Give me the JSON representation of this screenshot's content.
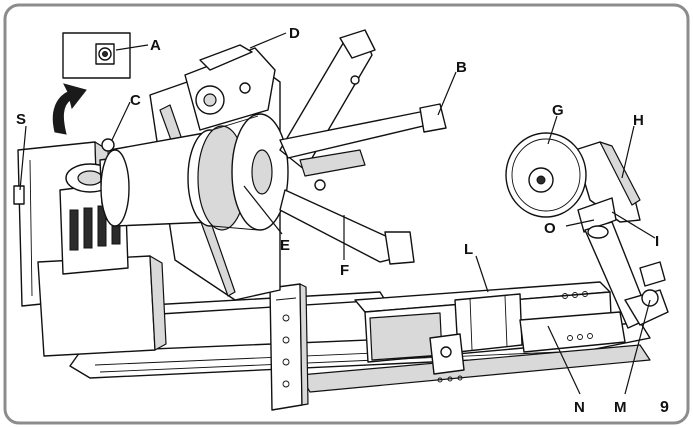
{
  "labels": {
    "A": "A",
    "B": "B",
    "C": "C",
    "D": "D",
    "E": "E",
    "F": "F",
    "G": "G",
    "H": "H",
    "I": "I",
    "L": "L",
    "M": "M",
    "N": "N",
    "O": "O",
    "S": "S"
  },
  "figure_number": "9",
  "colors": {
    "frame": "#8c8c8c",
    "ink": "#111111",
    "arrow": "#1a1a1a",
    "fill_shade": "#d9d9d9"
  }
}
